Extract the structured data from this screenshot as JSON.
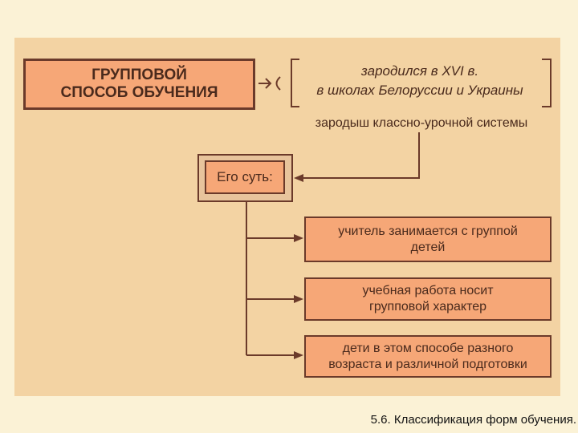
{
  "diagram": {
    "title_lines": [
      "ГРУППОВОЙ",
      "СПОСОБ ОБУЧЕНИЯ"
    ],
    "origin_lines": [
      "зародился в XVI в.",
      "в школах Белоруссии и Украины"
    ],
    "embryo": "зародыш классно-урочной системы",
    "core": "Его суть:",
    "steps": [
      {
        "lines": [
          "учитель занимается с группой",
          "детей"
        ]
      },
      {
        "lines": [
          "учебная работа носит",
          "групповой характер"
        ]
      },
      {
        "lines": [
          "дети в этом способе разного",
          "возраста и различной подготовки"
        ]
      }
    ]
  },
  "caption": "5.6. Классификация форм обучения.",
  "colors": {
    "box_fill": "#f6a777",
    "panel_fill": "#f3d3a3",
    "stroke": "#6b3a2a",
    "page_bg": "#fbf2d6"
  }
}
